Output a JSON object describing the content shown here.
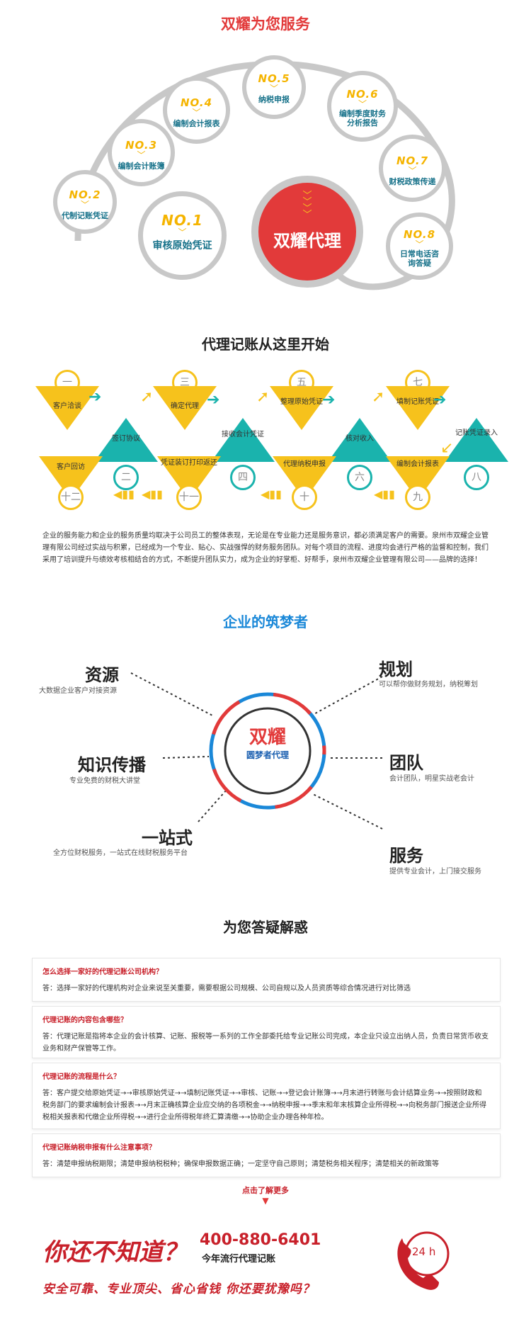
{
  "section1": {
    "title": "双耀为您服务",
    "center": "双耀代理",
    "items": [
      {
        "no": "NO.1",
        "label": "审核原始凭证"
      },
      {
        "no": "NO.2",
        "label": "代制记账凭证"
      },
      {
        "no": "NO.3",
        "label": "编制会计账簿"
      },
      {
        "no": "NO.4",
        "label": "编制会计报表"
      },
      {
        "no": "NO.5",
        "label": "纳税申报"
      },
      {
        "no": "NO.6",
        "label": "编制季度财务分析报告"
      },
      {
        "no": "NO.7",
        "label": "财税政策传递"
      },
      {
        "no": "NO.8",
        "label": "日常电话咨询答疑"
      }
    ]
  },
  "section2": {
    "title": "代理记账从这里开始",
    "steps": [
      {
        "num": "一",
        "label": "客户洽谈"
      },
      {
        "num": "二",
        "label": "签订协议"
      },
      {
        "num": "三",
        "label": "确定代理"
      },
      {
        "num": "四",
        "label": "接收会计凭证"
      },
      {
        "num": "五",
        "label": "整理原始凭证"
      },
      {
        "num": "六",
        "label": "核对收入"
      },
      {
        "num": "七",
        "label": "填制记账凭证"
      },
      {
        "num": "八",
        "label": "记账凭证录入"
      },
      {
        "num": "九",
        "label": "编制会计报表"
      },
      {
        "num": "十",
        "label": "代理纳税申报"
      },
      {
        "num": "十一",
        "label": "凭证装订打印返还"
      },
      {
        "num": "十二",
        "label": "客户回访"
      }
    ],
    "paragraph": "企业的服务能力和企业的服务质量均取决于公司员工的整体表现，无论是在专业能力还是服务意识，都必须满足客户的需要。泉州市双耀企业管理有限公司经过实战与积累，已经成为一个专业、贴心、实战强悍的财务服务团队。对每个项目的流程、进度均会进行严格的监督和控制，我们采用了培训提升与绩效考核相结合的方式，不断提升团队实力，成为企业的好掌柜、好帮手，泉州市双耀企业管理有限公司——品牌的选择！"
  },
  "section3": {
    "title": "企业的筑梦者",
    "center_main": "双耀",
    "center_sub": "圆梦者代理",
    "items": [
      {
        "title": "资源",
        "sub": "大数据企业客户对接资源"
      },
      {
        "title": "知识传播",
        "sub": "专业免费的财税大讲堂"
      },
      {
        "title": "一站式",
        "sub": "全方位财税服务，一站式在线财税服务平台"
      },
      {
        "title": "规划",
        "sub": "可以帮你做财务规划，纳税筹划"
      },
      {
        "title": "团队",
        "sub": "会计团队，明星实战老会计"
      },
      {
        "title": "服务",
        "sub": "提供专业会计，上门接交服务"
      }
    ]
  },
  "section4": {
    "title": "为您答疑解惑",
    "faqs": [
      {
        "q": "怎么选择一家好的代理记账公司机构？",
        "a": "答：选择一家好的代理机构对企业来说至关重要，需要根据公司规模、公司自规以及人员资质等综合情况进行对比筛选"
      },
      {
        "q": "代理记账的内容包含哪些？",
        "a": "答：代理记账是指将本企业的会计核算、记账、报税等一系列的工作全部委托给专业记账公司完成，本企业只设立出纳人员，负责日常货币收支业务和财产保管等工作。"
      },
      {
        "q": "代理记账的流程是什么？",
        "a": "答：客户提交给原始凭证→→审核原始凭证→→填制记账凭证→→审核、记账→→登记会计账簿→→月末进行转账与会计结算业务→→按照财政和税务部门的要求编制会计报表→→月末正确核算企业应交纳的各项税金→→纳税申报→→季末和年末核算企业所得税→→向税务部门报送企业所得税相关报表和代缴企业所得税→→进行企业所得税年终汇算清缴→→协助企业办理各种年检。"
      },
      {
        "q": "代理记账纳税申报有什么注意事项？",
        "a": "答：清楚申报纳税期限；清楚申报纳税税种；确保申报数据正确；一定坚守自己原则；清楚税务相关程序；清楚相关的新政策等"
      }
    ],
    "more": "点击了解更多"
  },
  "footer": {
    "headline": "你还不知道？",
    "phone": "400-880-6401",
    "tagline": "今年流行代理记账",
    "slogan": "安全可靠、专业顶尖、省心省钱 你还要犹豫吗？",
    "badge": "24 h"
  },
  "colors": {
    "red": "#e23a3a",
    "yellow": "#f6c21c",
    "teal": "#1ab3ad",
    "blue": "#1a88d8"
  }
}
